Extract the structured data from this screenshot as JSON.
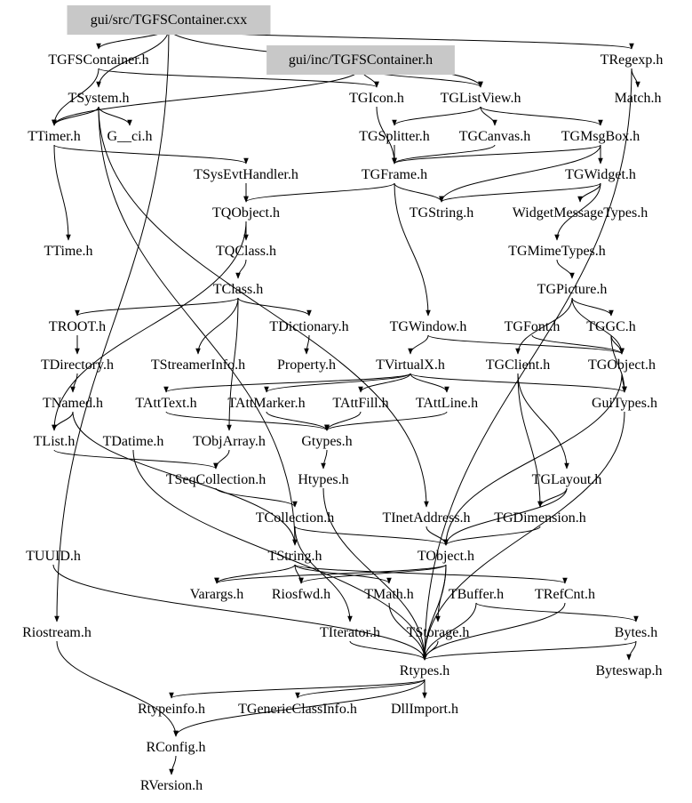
{
  "graph": {
    "title": "Include dependency graph for gui/src/TGFSContainer.cxx",
    "highlight_color": "#c8c8c8",
    "nodes": [
      {
        "id": "cxx",
        "label": "gui/src/TGFSContainer.cxx",
        "highlight": true
      },
      {
        "id": "TGFSContainer.h",
        "label": "TGFSContainer.h"
      },
      {
        "id": "inc",
        "label": "gui/inc/TGFSContainer.h",
        "highlight": true
      },
      {
        "id": "TRegexp.h",
        "label": "TRegexp.h"
      },
      {
        "id": "TSystem.h",
        "label": "TSystem.h"
      },
      {
        "id": "TGIcon.h",
        "label": "TGIcon.h"
      },
      {
        "id": "TGListView.h",
        "label": "TGListView.h"
      },
      {
        "id": "Match.h",
        "label": "Match.h"
      },
      {
        "id": "TTimer.h",
        "label": "TTimer.h"
      },
      {
        "id": "G__ci.h",
        "label": "G__ci.h"
      },
      {
        "id": "TGSplitter.h",
        "label": "TGSplitter.h"
      },
      {
        "id": "TGCanvas.h",
        "label": "TGCanvas.h"
      },
      {
        "id": "TGMsgBox.h",
        "label": "TGMsgBox.h"
      },
      {
        "id": "TSysEvtHandler.h",
        "label": "TSysEvtHandler.h"
      },
      {
        "id": "TGFrame.h",
        "label": "TGFrame.h"
      },
      {
        "id": "TGWidget.h",
        "label": "TGWidget.h"
      },
      {
        "id": "TQObject.h",
        "label": "TQObject.h"
      },
      {
        "id": "TGString.h",
        "label": "TGString.h"
      },
      {
        "id": "WidgetMessageTypes.h",
        "label": "WidgetMessageTypes.h"
      },
      {
        "id": "TTime.h",
        "label": "TTime.h"
      },
      {
        "id": "TQClass.h",
        "label": "TQClass.h"
      },
      {
        "id": "TGMimeTypes.h",
        "label": "TGMimeTypes.h"
      },
      {
        "id": "TClass.h",
        "label": "TClass.h"
      },
      {
        "id": "TGPicture.h",
        "label": "TGPicture.h"
      },
      {
        "id": "TROOT.h",
        "label": "TROOT.h"
      },
      {
        "id": "TDictionary.h",
        "label": "TDictionary.h"
      },
      {
        "id": "TGWindow.h",
        "label": "TGWindow.h"
      },
      {
        "id": "TGFont.h",
        "label": "TGFont.h"
      },
      {
        "id": "TGGC.h",
        "label": "TGGC.h"
      },
      {
        "id": "TDirectory.h",
        "label": "TDirectory.h"
      },
      {
        "id": "TStreamerInfo.h",
        "label": "TStreamerInfo.h"
      },
      {
        "id": "Property.h",
        "label": "Property.h"
      },
      {
        "id": "TVirtualX.h",
        "label": "TVirtualX.h"
      },
      {
        "id": "TGClient.h",
        "label": "TGClient.h"
      },
      {
        "id": "TGObject.h",
        "label": "TGObject.h"
      },
      {
        "id": "TNamed.h",
        "label": "TNamed.h"
      },
      {
        "id": "TAttText.h",
        "label": "TAttText.h"
      },
      {
        "id": "TAttMarker.h",
        "label": "TAttMarker.h"
      },
      {
        "id": "TAttFill.h",
        "label": "TAttFill.h"
      },
      {
        "id": "TAttLine.h",
        "label": "TAttLine.h"
      },
      {
        "id": "GuiTypes.h",
        "label": "GuiTypes.h"
      },
      {
        "id": "TList.h",
        "label": "TList.h"
      },
      {
        "id": "TDatime.h",
        "label": "TDatime.h"
      },
      {
        "id": "TObjArray.h",
        "label": "TObjArray.h"
      },
      {
        "id": "Gtypes.h",
        "label": "Gtypes.h"
      },
      {
        "id": "TSeqCollection.h",
        "label": "TSeqCollection.h"
      },
      {
        "id": "Htypes.h",
        "label": "Htypes.h"
      },
      {
        "id": "TGLayout.h",
        "label": "TGLayout.h"
      },
      {
        "id": "TCollection.h",
        "label": "TCollection.h"
      },
      {
        "id": "TInetAddress.h",
        "label": "TInetAddress.h"
      },
      {
        "id": "TGDimension.h",
        "label": "TGDimension.h"
      },
      {
        "id": "TUUID.h",
        "label": "TUUID.h"
      },
      {
        "id": "TString.h",
        "label": "TString.h"
      },
      {
        "id": "TObject.h",
        "label": "TObject.h"
      },
      {
        "id": "Varargs.h",
        "label": "Varargs.h"
      },
      {
        "id": "Riosfwd.h",
        "label": "Riosfwd.h"
      },
      {
        "id": "TMath.h",
        "label": "TMath.h"
      },
      {
        "id": "TBuffer.h",
        "label": "TBuffer.h"
      },
      {
        "id": "TRefCnt.h",
        "label": "TRefCnt.h"
      },
      {
        "id": "Riostream.h",
        "label": "Riostream.h"
      },
      {
        "id": "TIterator.h",
        "label": "TIterator.h"
      },
      {
        "id": "TStorage.h",
        "label": "TStorage.h"
      },
      {
        "id": "Bytes.h",
        "label": "Bytes.h"
      },
      {
        "id": "Rtypes.h",
        "label": "Rtypes.h"
      },
      {
        "id": "Byteswap.h",
        "label": "Byteswap.h"
      },
      {
        "id": "Rtypeinfo.h",
        "label": "Rtypeinfo.h"
      },
      {
        "id": "TGenericClassInfo.h",
        "label": "TGenericClassInfo.h"
      },
      {
        "id": "DllImport.h",
        "label": "DllImport.h"
      },
      {
        "id": "RConfig.h",
        "label": "RConfig.h"
      },
      {
        "id": "RVersion.h",
        "label": "RVersion.h"
      }
    ],
    "edges": [
      [
        "cxx",
        "TGFSContainer.h"
      ],
      [
        "cxx",
        "TRegexp.h"
      ],
      [
        "cxx",
        "TSystem.h"
      ],
      [
        "cxx",
        "Riostream.h"
      ],
      [
        "cxx",
        "TGListView.h"
      ],
      [
        "inc",
        "TGIcon.h"
      ],
      [
        "inc",
        "TGListView.h"
      ],
      [
        "inc",
        "TTimer.h"
      ],
      [
        "TGFSContainer.h",
        "TGIcon.h"
      ],
      [
        "TGFSContainer.h",
        "TTimer.h"
      ],
      [
        "TRegexp.h",
        "Match.h"
      ],
      [
        "TRegexp.h",
        "Rtypes.h"
      ],
      [
        "TSystem.h",
        "TTimer.h"
      ],
      [
        "TSystem.h",
        "G__ci.h"
      ],
      [
        "TSystem.h",
        "TInetAddress.h"
      ],
      [
        "TSystem.h",
        "TString.h"
      ],
      [
        "TTimer.h",
        "TSysEvtHandler.h"
      ],
      [
        "TTimer.h",
        "TTime.h"
      ],
      [
        "TGIcon.h",
        "TGFrame.h"
      ],
      [
        "TGListView.h",
        "TGSplitter.h"
      ],
      [
        "TGListView.h",
        "TGCanvas.h"
      ],
      [
        "TGListView.h",
        "TGMsgBox.h"
      ],
      [
        "TGSplitter.h",
        "TGFrame.h"
      ],
      [
        "TGCanvas.h",
        "TGFrame.h"
      ],
      [
        "TGMsgBox.h",
        "TGFrame.h"
      ],
      [
        "TGMsgBox.h",
        "TGWidget.h"
      ],
      [
        "TGMsgBox.h",
        "TGString.h"
      ],
      [
        "TGFrame.h",
        "TGString.h"
      ],
      [
        "TGFrame.h",
        "TQObject.h"
      ],
      [
        "TGFrame.h",
        "TGWindow.h"
      ],
      [
        "TSysEvtHandler.h",
        "TQObject.h"
      ],
      [
        "TQObject.h",
        "TQClass.h"
      ],
      [
        "TQObject.h",
        "TList.h"
      ],
      [
        "TGWidget.h",
        "WidgetMessageTypes.h"
      ],
      [
        "TGWidget.h",
        "TGString.h"
      ],
      [
        "TGWidget.h",
        "TGMimeTypes.h"
      ],
      [
        "TQClass.h",
        "TClass.h"
      ],
      [
        "TGMimeTypes.h",
        "TGPicture.h"
      ],
      [
        "TClass.h",
        "TROOT.h"
      ],
      [
        "TClass.h",
        "TDictionary.h"
      ],
      [
        "TClass.h",
        "TStreamerInfo.h"
      ],
      [
        "TClass.h",
        "TObjArray.h"
      ],
      [
        "TGPicture.h",
        "TGGC.h"
      ],
      [
        "TGPicture.h",
        "TGClient.h"
      ],
      [
        "TGPicture.h",
        "TGObject.h"
      ],
      [
        "TROOT.h",
        "TDirectory.h"
      ],
      [
        "TDictionary.h",
        "Property.h"
      ],
      [
        "TGWindow.h",
        "TGObject.h"
      ],
      [
        "TGWindow.h",
        "TVirtualX.h"
      ],
      [
        "TGFont.h",
        "TGObject.h"
      ],
      [
        "TGGC.h",
        "TGObject.h"
      ],
      [
        "TGGC.h",
        "GuiTypes.h"
      ],
      [
        "TDirectory.h",
        "TNamed.h"
      ],
      [
        "TVirtualX.h",
        "TAttFill.h"
      ],
      [
        "TVirtualX.h",
        "TAttLine.h"
      ],
      [
        "TVirtualX.h",
        "TAttText.h"
      ],
      [
        "TVirtualX.h",
        "TAttMarker.h"
      ],
      [
        "TVirtualX.h",
        "GuiTypes.h"
      ],
      [
        "TGClient.h",
        "TGLayout.h"
      ],
      [
        "TGClient.h",
        "TGDimension.h"
      ],
      [
        "TGObject.h",
        "GuiTypes.h"
      ],
      [
        "TGObject.h",
        "TObject.h"
      ],
      [
        "TNamed.h",
        "TString.h"
      ],
      [
        "TNamed.h",
        "TList.h"
      ],
      [
        "TAttText.h",
        "Gtypes.h"
      ],
      [
        "TAttMarker.h",
        "Gtypes.h"
      ],
      [
        "TAttFill.h",
        "Gtypes.h"
      ],
      [
        "TAttLine.h",
        "Gtypes.h"
      ],
      [
        "TList.h",
        "TSeqCollection.h"
      ],
      [
        "TDatime.h",
        "Rtypes.h"
      ],
      [
        "TObjArray.h",
        "TSeqCollection.h"
      ],
      [
        "Gtypes.h",
        "Htypes.h"
      ],
      [
        "TSeqCollection.h",
        "TCollection.h"
      ],
      [
        "Htypes.h",
        "Rtypes.h"
      ],
      [
        "TGLayout.h",
        "TGDimension.h"
      ],
      [
        "TGLayout.h",
        "TObject.h"
      ],
      [
        "TCollection.h",
        "TObject.h"
      ],
      [
        "TCollection.h",
        "TIterator.h"
      ],
      [
        "TInetAddress.h",
        "TObject.h"
      ],
      [
        "TGDimension.h",
        "TObject.h"
      ],
      [
        "TString.h",
        "Varargs.h"
      ],
      [
        "TString.h",
        "Riosfwd.h"
      ],
      [
        "TString.h",
        "TMath.h"
      ],
      [
        "TString.h",
        "TRefCnt.h"
      ],
      [
        "TObject.h",
        "Varargs.h"
      ],
      [
        "TObject.h",
        "Riosfwd.h"
      ],
      [
        "TObject.h",
        "TStorage.h"
      ],
      [
        "TObject.h",
        "Rtypes.h"
      ],
      [
        "TUUID.h",
        "Rtypes.h"
      ],
      [
        "GuiTypes.h",
        "Rtypes.h"
      ],
      [
        "TBuffer.h",
        "Bytes.h"
      ],
      [
        "TBuffer.h",
        "Rtypes.h"
      ],
      [
        "TRefCnt.h",
        "Rtypes.h"
      ],
      [
        "TMath.h",
        "Rtypes.h"
      ],
      [
        "Riostream.h",
        "RConfig.h"
      ],
      [
        "TIterator.h",
        "Rtypes.h"
      ],
      [
        "TStorage.h",
        "Rtypes.h"
      ],
      [
        "Bytes.h",
        "Byteswap.h"
      ],
      [
        "Bytes.h",
        "Rtypes.h"
      ],
      [
        "Rtypes.h",
        "Rtypeinfo.h"
      ],
      [
        "Rtypes.h",
        "TGenericClassInfo.h"
      ],
      [
        "Rtypes.h",
        "DllImport.h"
      ],
      [
        "Rtypes.h",
        "RConfig.h"
      ],
      [
        "RConfig.h",
        "RVersion.h"
      ]
    ]
  }
}
